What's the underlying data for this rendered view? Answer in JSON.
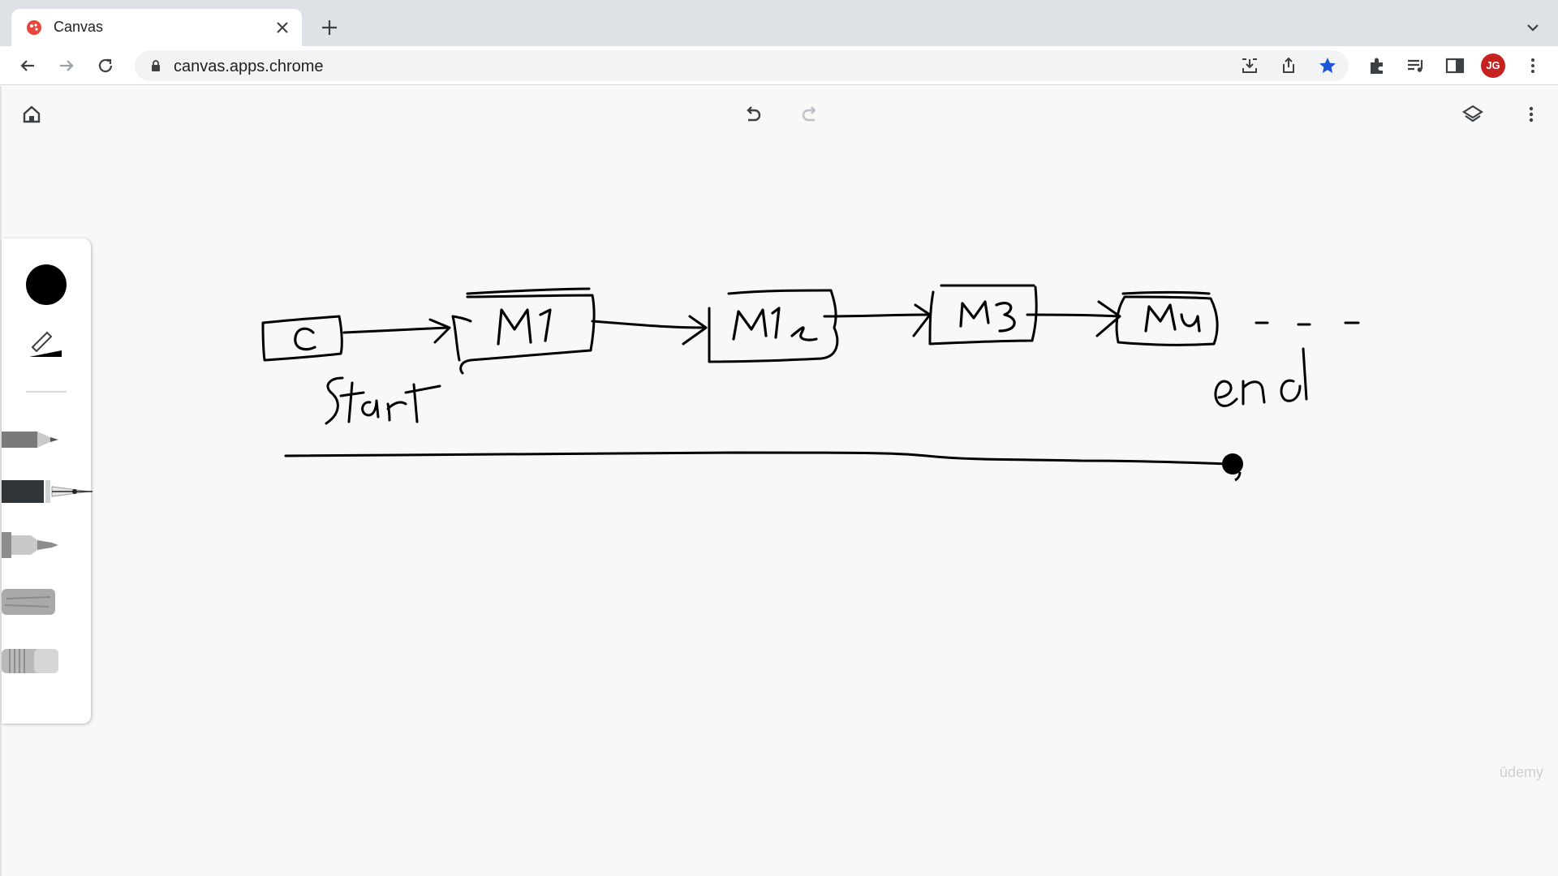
{
  "browser": {
    "tab_title": "Canvas",
    "url": "canvas.apps.chrome",
    "avatar_initials": "JG",
    "accent_color": "#1a73e8"
  },
  "drawing": {
    "start_box_label": "C",
    "boxes": [
      "M1",
      "M2",
      "M3",
      "M4"
    ],
    "start_label": "Start",
    "end_label": "end",
    "trailing": "- - -"
  },
  "palette": {
    "selected_color": "#000000",
    "tools": [
      "pencil",
      "pen",
      "marker",
      "chalk",
      "eraser"
    ],
    "selected_tool": "pen"
  },
  "watermark": "ūdemy"
}
